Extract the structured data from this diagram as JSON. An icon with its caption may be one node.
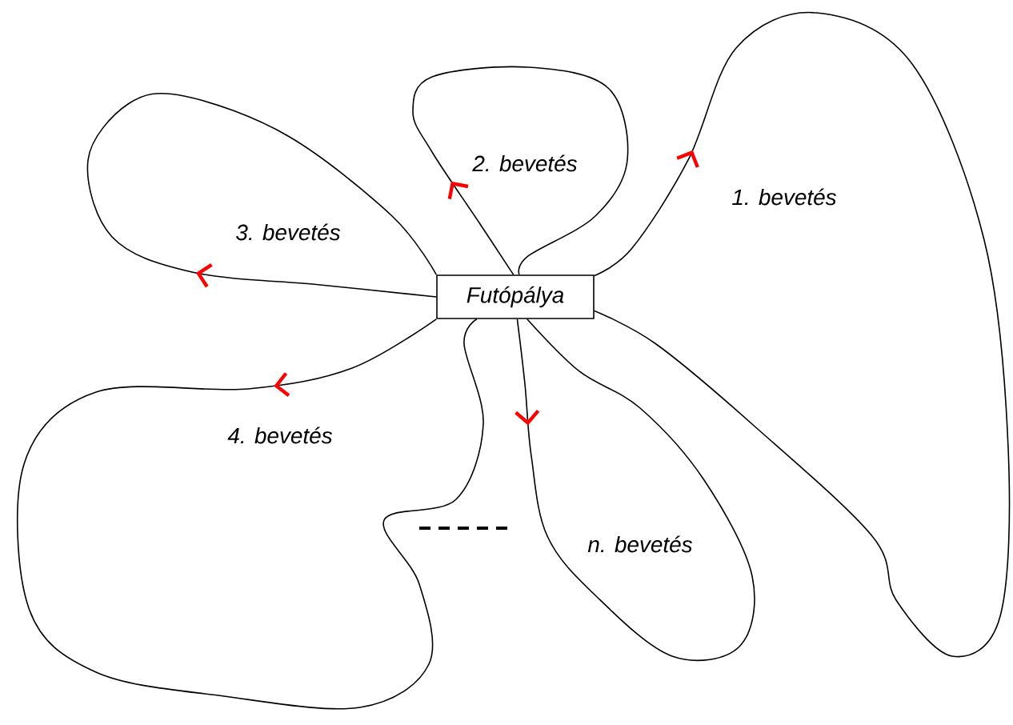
{
  "diagram": {
    "nodes": [
      {
        "text": [
          "Futópálya"
        ]
      }
    ],
    "labels": [
      "2. bevetés",
      "1. bevetés",
      "3. bevetés",
      "4. bevetés",
      "n. bevetés"
    ]
  }
}
